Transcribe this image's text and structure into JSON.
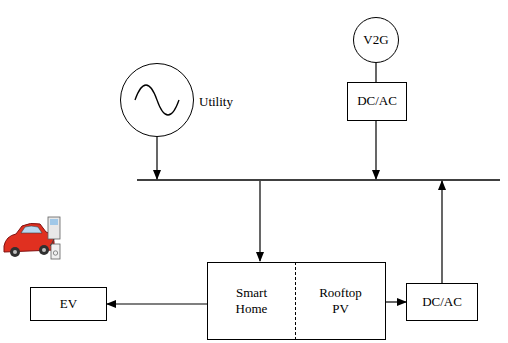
{
  "diagram": {
    "nodes": [
      {
        "text": [
          "Utility"
        ]
      },
      {
        "text": [
          "V2G"
        ]
      },
      {
        "text": [
          "DC/AC"
        ]
      },
      {
        "text": [
          "EV"
        ]
      },
      {
        "text": [
          "Smart Home"
        ]
      },
      {
        "text": [
          "Rooftop PV"
        ]
      },
      {
        "text": [
          "DC/AC"
        ]
      }
    ],
    "edges": [
      {
        "from": 1,
        "to": 2,
        "arrow": "none"
      },
      {
        "from": 4,
        "to": 3,
        "arrow": "to"
      },
      {
        "from": 5,
        "to": 6,
        "arrow": "to"
      }
    ]
  }
}
